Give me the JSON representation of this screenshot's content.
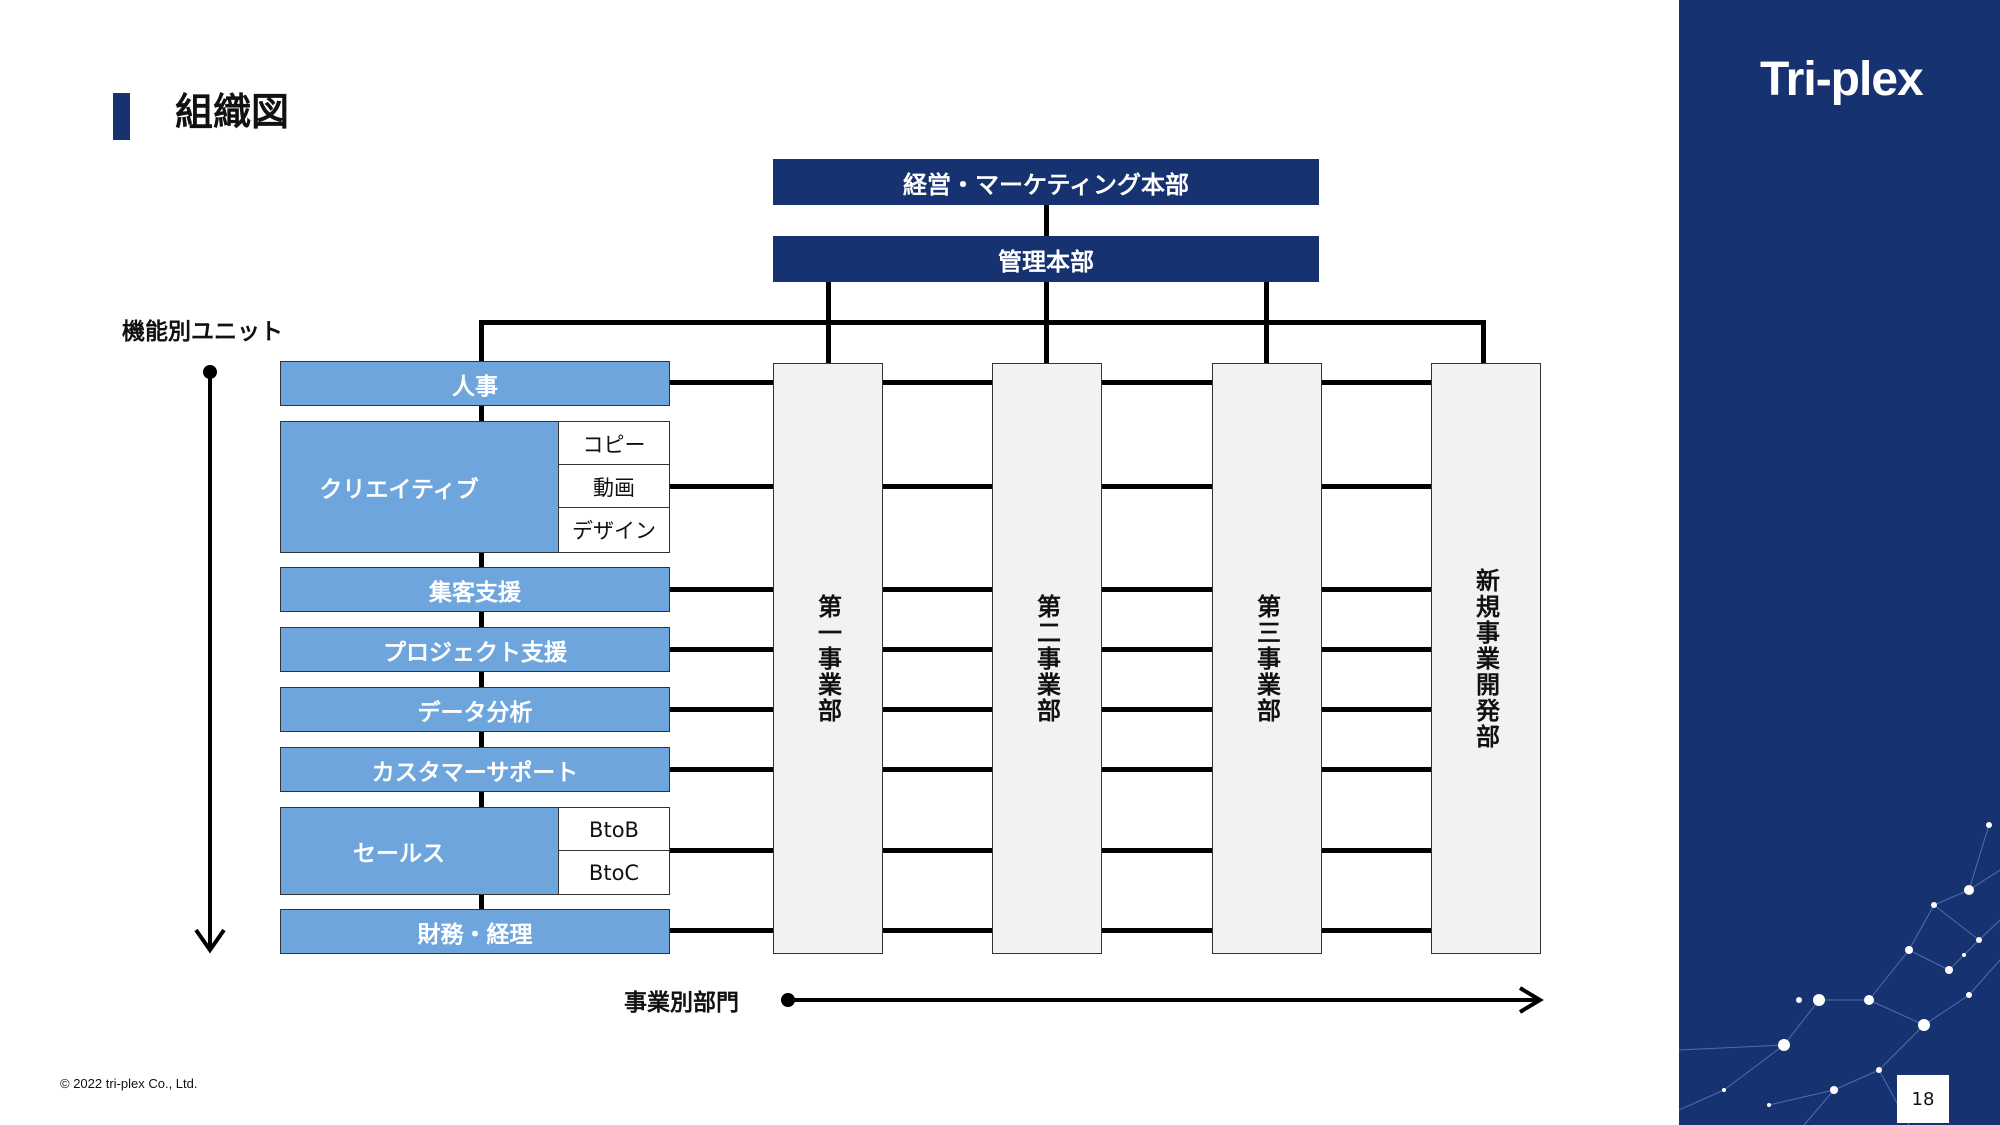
{
  "page_title": "組織図",
  "logo": "Tri-plex",
  "page_number": "18",
  "copyright": "© 2022 tri-plex Co., Ltd.",
  "colors": {
    "navy": "#163271",
    "unit_blue": "#6ea5dc",
    "division_gray": "#f2f2f2"
  },
  "headquarters": {
    "top": "経営・マーケティング本部",
    "admin": "管理本部"
  },
  "axes": {
    "functional": "機能別ユニット",
    "business": "事業別部門"
  },
  "units": {
    "hr": "人事",
    "creative": "クリエイティブ",
    "creative_subs": [
      "コピー",
      "動画",
      "デザイン"
    ],
    "acquisition": "集客支援",
    "project": "プロジェクト支援",
    "data": "データ分析",
    "support": "カスタマーサポート",
    "sales": "セールス",
    "sales_subs": [
      "BtoB",
      "BtoC"
    ],
    "finance": "財務・経理"
  },
  "divisions": [
    "第一事業部",
    "第二事業部",
    "第三事業部",
    "新規事業開発部"
  ]
}
